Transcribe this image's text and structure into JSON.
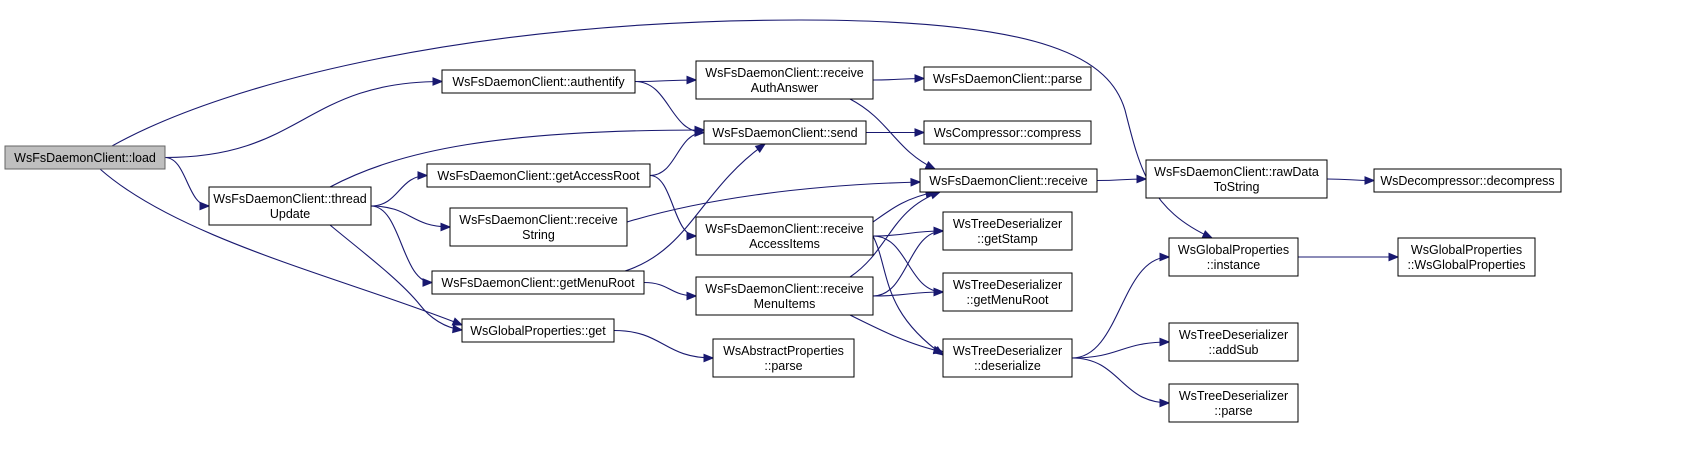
{
  "nodes": [
    {
      "id": "load",
      "lines": [
        "WsFsDaemonClient::load"
      ],
      "root": true
    },
    {
      "id": "authentify",
      "lines": [
        "WsFsDaemonClient::authentify"
      ]
    },
    {
      "id": "threadUpdate",
      "lines": [
        "WsFsDaemonClient::thread",
        "Update"
      ]
    },
    {
      "id": "getAccessRoot",
      "lines": [
        "WsFsDaemonClient::getAccessRoot"
      ]
    },
    {
      "id": "receiveString",
      "lines": [
        "WsFsDaemonClient::receive",
        "String"
      ]
    },
    {
      "id": "getMenuRoot",
      "lines": [
        "WsFsDaemonClient::getMenuRoot"
      ]
    },
    {
      "id": "gpGet",
      "lines": [
        "WsGlobalProperties::get"
      ]
    },
    {
      "id": "receiveAuthAnswer",
      "lines": [
        "WsFsDaemonClient::receive",
        "AuthAnswer"
      ]
    },
    {
      "id": "send",
      "lines": [
        "WsFsDaemonClient::send"
      ]
    },
    {
      "id": "receiveAccessItems",
      "lines": [
        "WsFsDaemonClient::receive",
        "AccessItems"
      ]
    },
    {
      "id": "receiveMenuItems",
      "lines": [
        "WsFsDaemonClient::receive",
        "MenuItems"
      ]
    },
    {
      "id": "apParse",
      "lines": [
        "WsAbstractProperties",
        "::parse"
      ]
    },
    {
      "id": "dcParse",
      "lines": [
        "WsFsDaemonClient::parse"
      ]
    },
    {
      "id": "compress",
      "lines": [
        "WsCompressor::compress"
      ]
    },
    {
      "id": "receive",
      "lines": [
        "WsFsDaemonClient::receive"
      ]
    },
    {
      "id": "getStamp",
      "lines": [
        "WsTreeDeserializer",
        "::getStamp"
      ]
    },
    {
      "id": "tdGetMenuRoot",
      "lines": [
        "WsTreeDeserializer",
        "::getMenuRoot"
      ]
    },
    {
      "id": "deserialize",
      "lines": [
        "WsTreeDeserializer",
        "::deserialize"
      ]
    },
    {
      "id": "rawDataToString",
      "lines": [
        "WsFsDaemonClient::rawData",
        "ToString"
      ]
    },
    {
      "id": "gpInstance",
      "lines": [
        "WsGlobalProperties",
        "::instance"
      ]
    },
    {
      "id": "addSub",
      "lines": [
        "WsTreeDeserializer",
        "::addSub"
      ]
    },
    {
      "id": "tdParse",
      "lines": [
        "WsTreeDeserializer",
        "::parse"
      ]
    },
    {
      "id": "decompress",
      "lines": [
        "WsDecompressor::decompress"
      ]
    },
    {
      "id": "gpCtor",
      "lines": [
        "WsGlobalProperties",
        "::WsGlobalProperties"
      ]
    }
  ],
  "edges": [
    [
      "load",
      "authentify"
    ],
    [
      "load",
      "threadUpdate"
    ],
    [
      "load",
      "gpGet"
    ],
    [
      "load",
      "gpInstance"
    ],
    [
      "authentify",
      "receiveAuthAnswer"
    ],
    [
      "authentify",
      "send"
    ],
    [
      "threadUpdate",
      "send"
    ],
    [
      "threadUpdate",
      "getAccessRoot"
    ],
    [
      "threadUpdate",
      "receiveString"
    ],
    [
      "threadUpdate",
      "getMenuRoot"
    ],
    [
      "threadUpdate",
      "gpGet"
    ],
    [
      "getAccessRoot",
      "send"
    ],
    [
      "getAccessRoot",
      "receiveAccessItems"
    ],
    [
      "receiveString",
      "receive"
    ],
    [
      "getMenuRoot",
      "send"
    ],
    [
      "getMenuRoot",
      "receiveMenuItems"
    ],
    [
      "gpGet",
      "apParse"
    ],
    [
      "receiveAuthAnswer",
      "dcParse"
    ],
    [
      "receiveAuthAnswer",
      "receive"
    ],
    [
      "send",
      "compress"
    ],
    [
      "receiveAccessItems",
      "receive"
    ],
    [
      "receiveAccessItems",
      "getStamp"
    ],
    [
      "receiveAccessItems",
      "tdGetMenuRoot"
    ],
    [
      "receiveAccessItems",
      "deserialize"
    ],
    [
      "receiveMenuItems",
      "receive"
    ],
    [
      "receiveMenuItems",
      "getStamp"
    ],
    [
      "receiveMenuItems",
      "tdGetMenuRoot"
    ],
    [
      "receiveMenuItems",
      "deserialize"
    ],
    [
      "receive",
      "rawDataToString"
    ],
    [
      "rawDataToString",
      "decompress"
    ],
    [
      "deserialize",
      "gpInstance"
    ],
    [
      "deserialize",
      "addSub"
    ],
    [
      "deserialize",
      "tdParse"
    ],
    [
      "gpInstance",
      "gpCtor"
    ]
  ]
}
